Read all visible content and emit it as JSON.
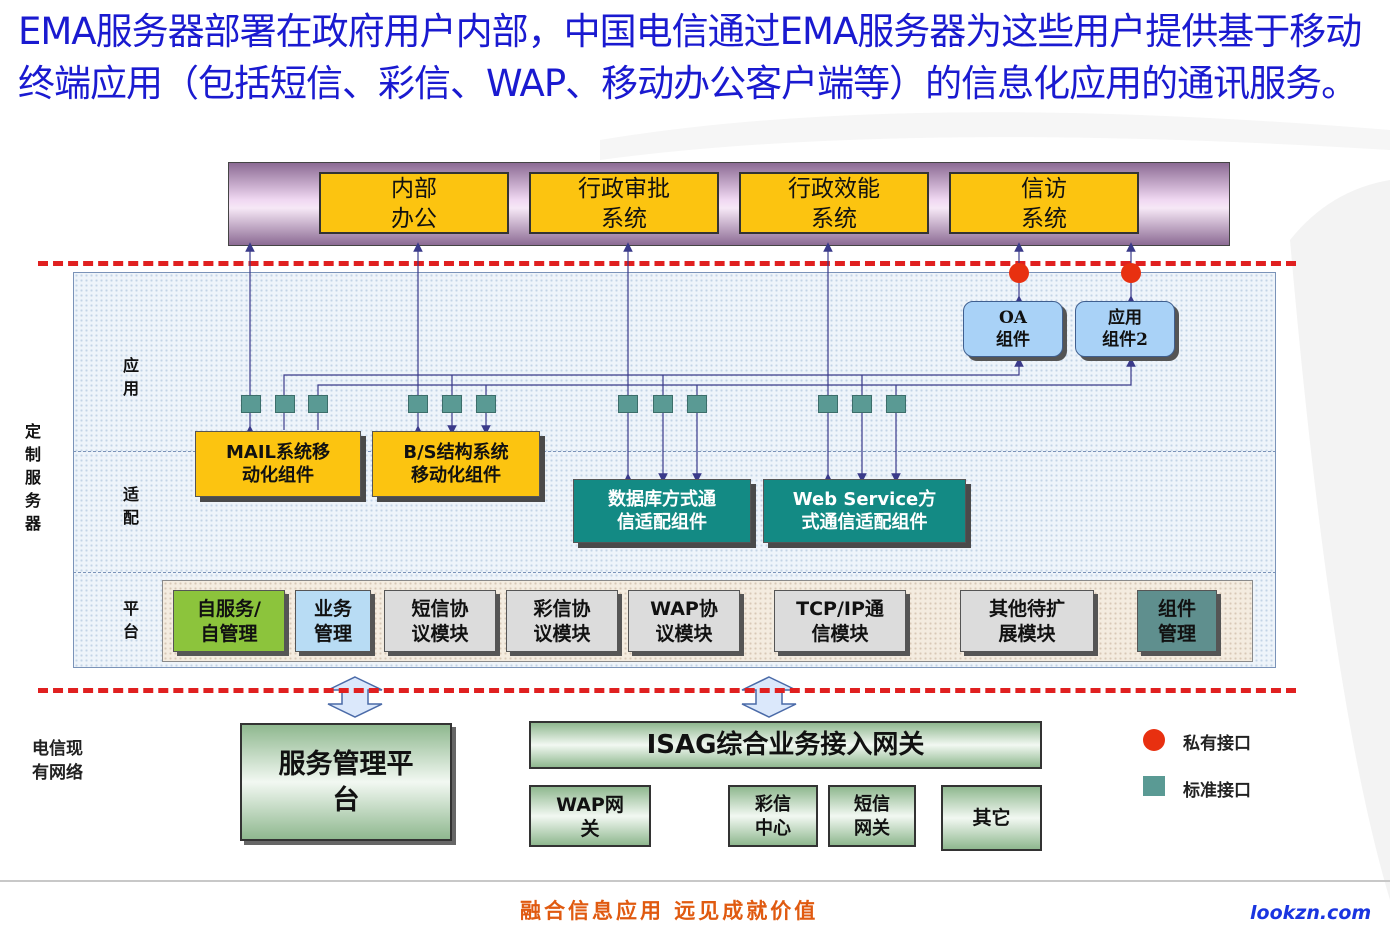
{
  "heading": "EMA服务器部署在政府用户内部，中国电信通过EMA服务器为这些用户提供基于移动终端应用（包括短信、彩信、WAP、移动办公客户端等）的信息化应用的通讯服务。",
  "top_apps": [
    {
      "l1": "内部",
      "l2": "办公"
    },
    {
      "l1": "行政审批",
      "l2": "系统"
    },
    {
      "l1": "行政效能",
      "l2": "系统"
    },
    {
      "l1": "信访",
      "l2": "系统"
    }
  ],
  "side_label": "定制服务器",
  "layers": {
    "app": "应用",
    "adapt": "适配",
    "platform": "平台"
  },
  "oa_components": [
    {
      "l1": "OA",
      "l2": "组件"
    },
    {
      "l1": "应用",
      "l2": "组件2"
    }
  ],
  "adapters": [
    {
      "l1": "MAIL系统移",
      "l2": "动化组件"
    },
    {
      "l1": "B/S结构系统",
      "l2": "移动化组件"
    },
    {
      "l1": "数据库方式通",
      "l2": "信适配组件"
    },
    {
      "l1": "Web Service方",
      "l2": "式通信适配组件"
    }
  ],
  "platform_modules": [
    {
      "l1": "自服务/",
      "l2": "自管理"
    },
    {
      "l1": "业务",
      "l2": "管理"
    },
    {
      "l1": "短信协",
      "l2": "议模块"
    },
    {
      "l1": "彩信协",
      "l2": "议模块"
    },
    {
      "l1": "WAP协",
      "l2": "议模块"
    },
    {
      "l1": "TCP/IP通",
      "l2": "信模块"
    },
    {
      "l1": "其他待扩",
      "l2": "展模块"
    },
    {
      "l1": "组件",
      "l2": "管理"
    }
  ],
  "network_label": {
    "l1": "电信现",
    "l2": "有网络"
  },
  "service_platform": {
    "l1": "服务管理平",
    "l2": "台"
  },
  "isag": "ISAG综合业务接入网关",
  "gateways": [
    {
      "l1": "WAP网",
      "l2": "关"
    },
    {
      "l1": "彩信",
      "l2": "中心"
    },
    {
      "l1": "短信",
      "l2": "网关"
    },
    {
      "l1": "其它",
      "l2": ""
    }
  ],
  "legend": {
    "private": "私有接口",
    "standard": "标准接口"
  },
  "colors": {
    "private": "#e83010",
    "standard": "#5a9a94",
    "accent_blue": "#1a1ad0"
  },
  "slogan": "融合信息应用  远见成就价值",
  "site": "lookzn.com"
}
